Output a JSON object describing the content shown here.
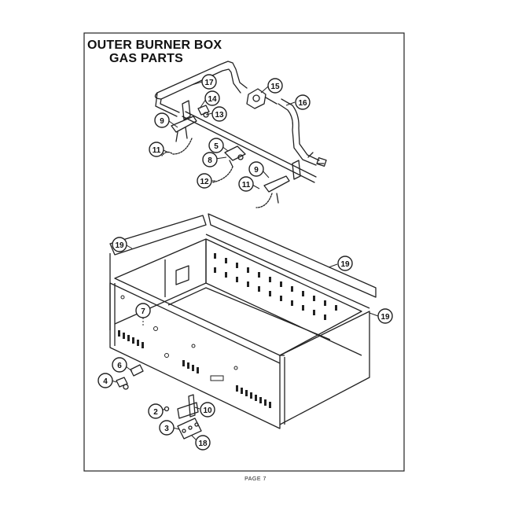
{
  "diagram": {
    "title_line1": "OUTER BURNER BOX",
    "title_line2": "GAS PARTS",
    "page_label": "PAGE 7",
    "callouts": [
      "17",
      "15",
      "14",
      "13",
      "16",
      "9",
      "5",
      "11",
      "8",
      "9",
      "12",
      "11",
      "19",
      "19",
      "19",
      "7",
      "6",
      "4",
      "2",
      "10",
      "3",
      "18"
    ]
  }
}
